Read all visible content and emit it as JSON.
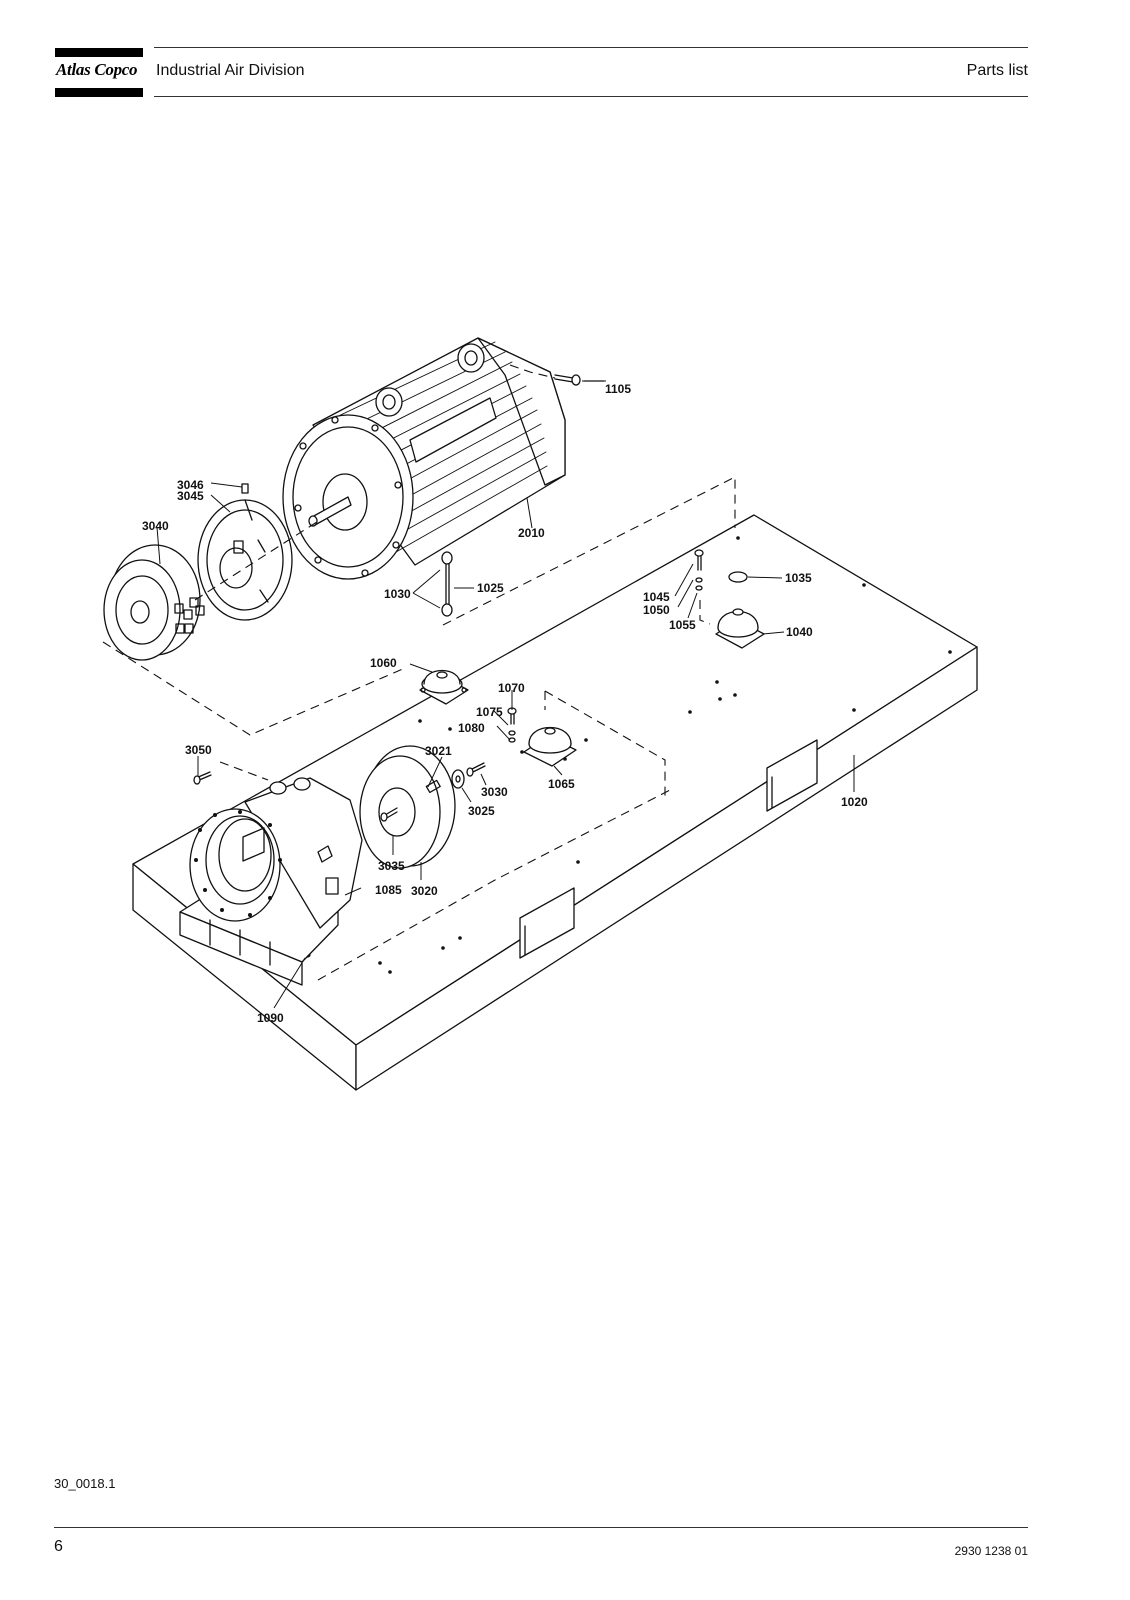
{
  "header": {
    "brand": "Atlas Copco",
    "division": "Industrial Air Division",
    "section": "Parts list"
  },
  "drawing": {
    "labels": {
      "l1105": "1105",
      "l2010": "2010",
      "l3046": "3046",
      "l3045": "3045",
      "l3040": "3040",
      "l1030": "1030",
      "l1025": "1025",
      "l1045": "1045",
      "l1050": "1050",
      "l1055": "1055",
      "l1035": "1035",
      "l1040": "1040",
      "l1060": "1060",
      "l1070": "1070",
      "l1075": "1075",
      "l1080": "1080",
      "l1065": "1065",
      "l3050": "3050",
      "l3021": "3021",
      "l3030": "3030",
      "l3025": "3025",
      "l3035": "3035",
      "l3020": "3020",
      "l1085": "1085",
      "l1020": "1020",
      "l1090": "1090"
    }
  },
  "footer": {
    "figure_ref": "30_0018.1",
    "page_number": "6",
    "doc_number": "2930 1238 01"
  }
}
